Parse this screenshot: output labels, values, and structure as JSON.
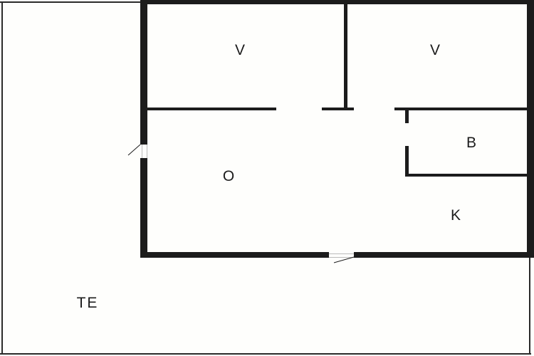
{
  "floor_plan": {
    "rooms": [
      {
        "id": "bedroom-1",
        "label": "V"
      },
      {
        "id": "bedroom-2",
        "label": "V"
      },
      {
        "id": "bathroom",
        "label": "B"
      },
      {
        "id": "living-room",
        "label": "O"
      },
      {
        "id": "kitchen",
        "label": "K"
      },
      {
        "id": "terrace",
        "label": "TE"
      }
    ],
    "colors": {
      "background": "#fefefc",
      "wall": "#1c1c1c"
    }
  }
}
